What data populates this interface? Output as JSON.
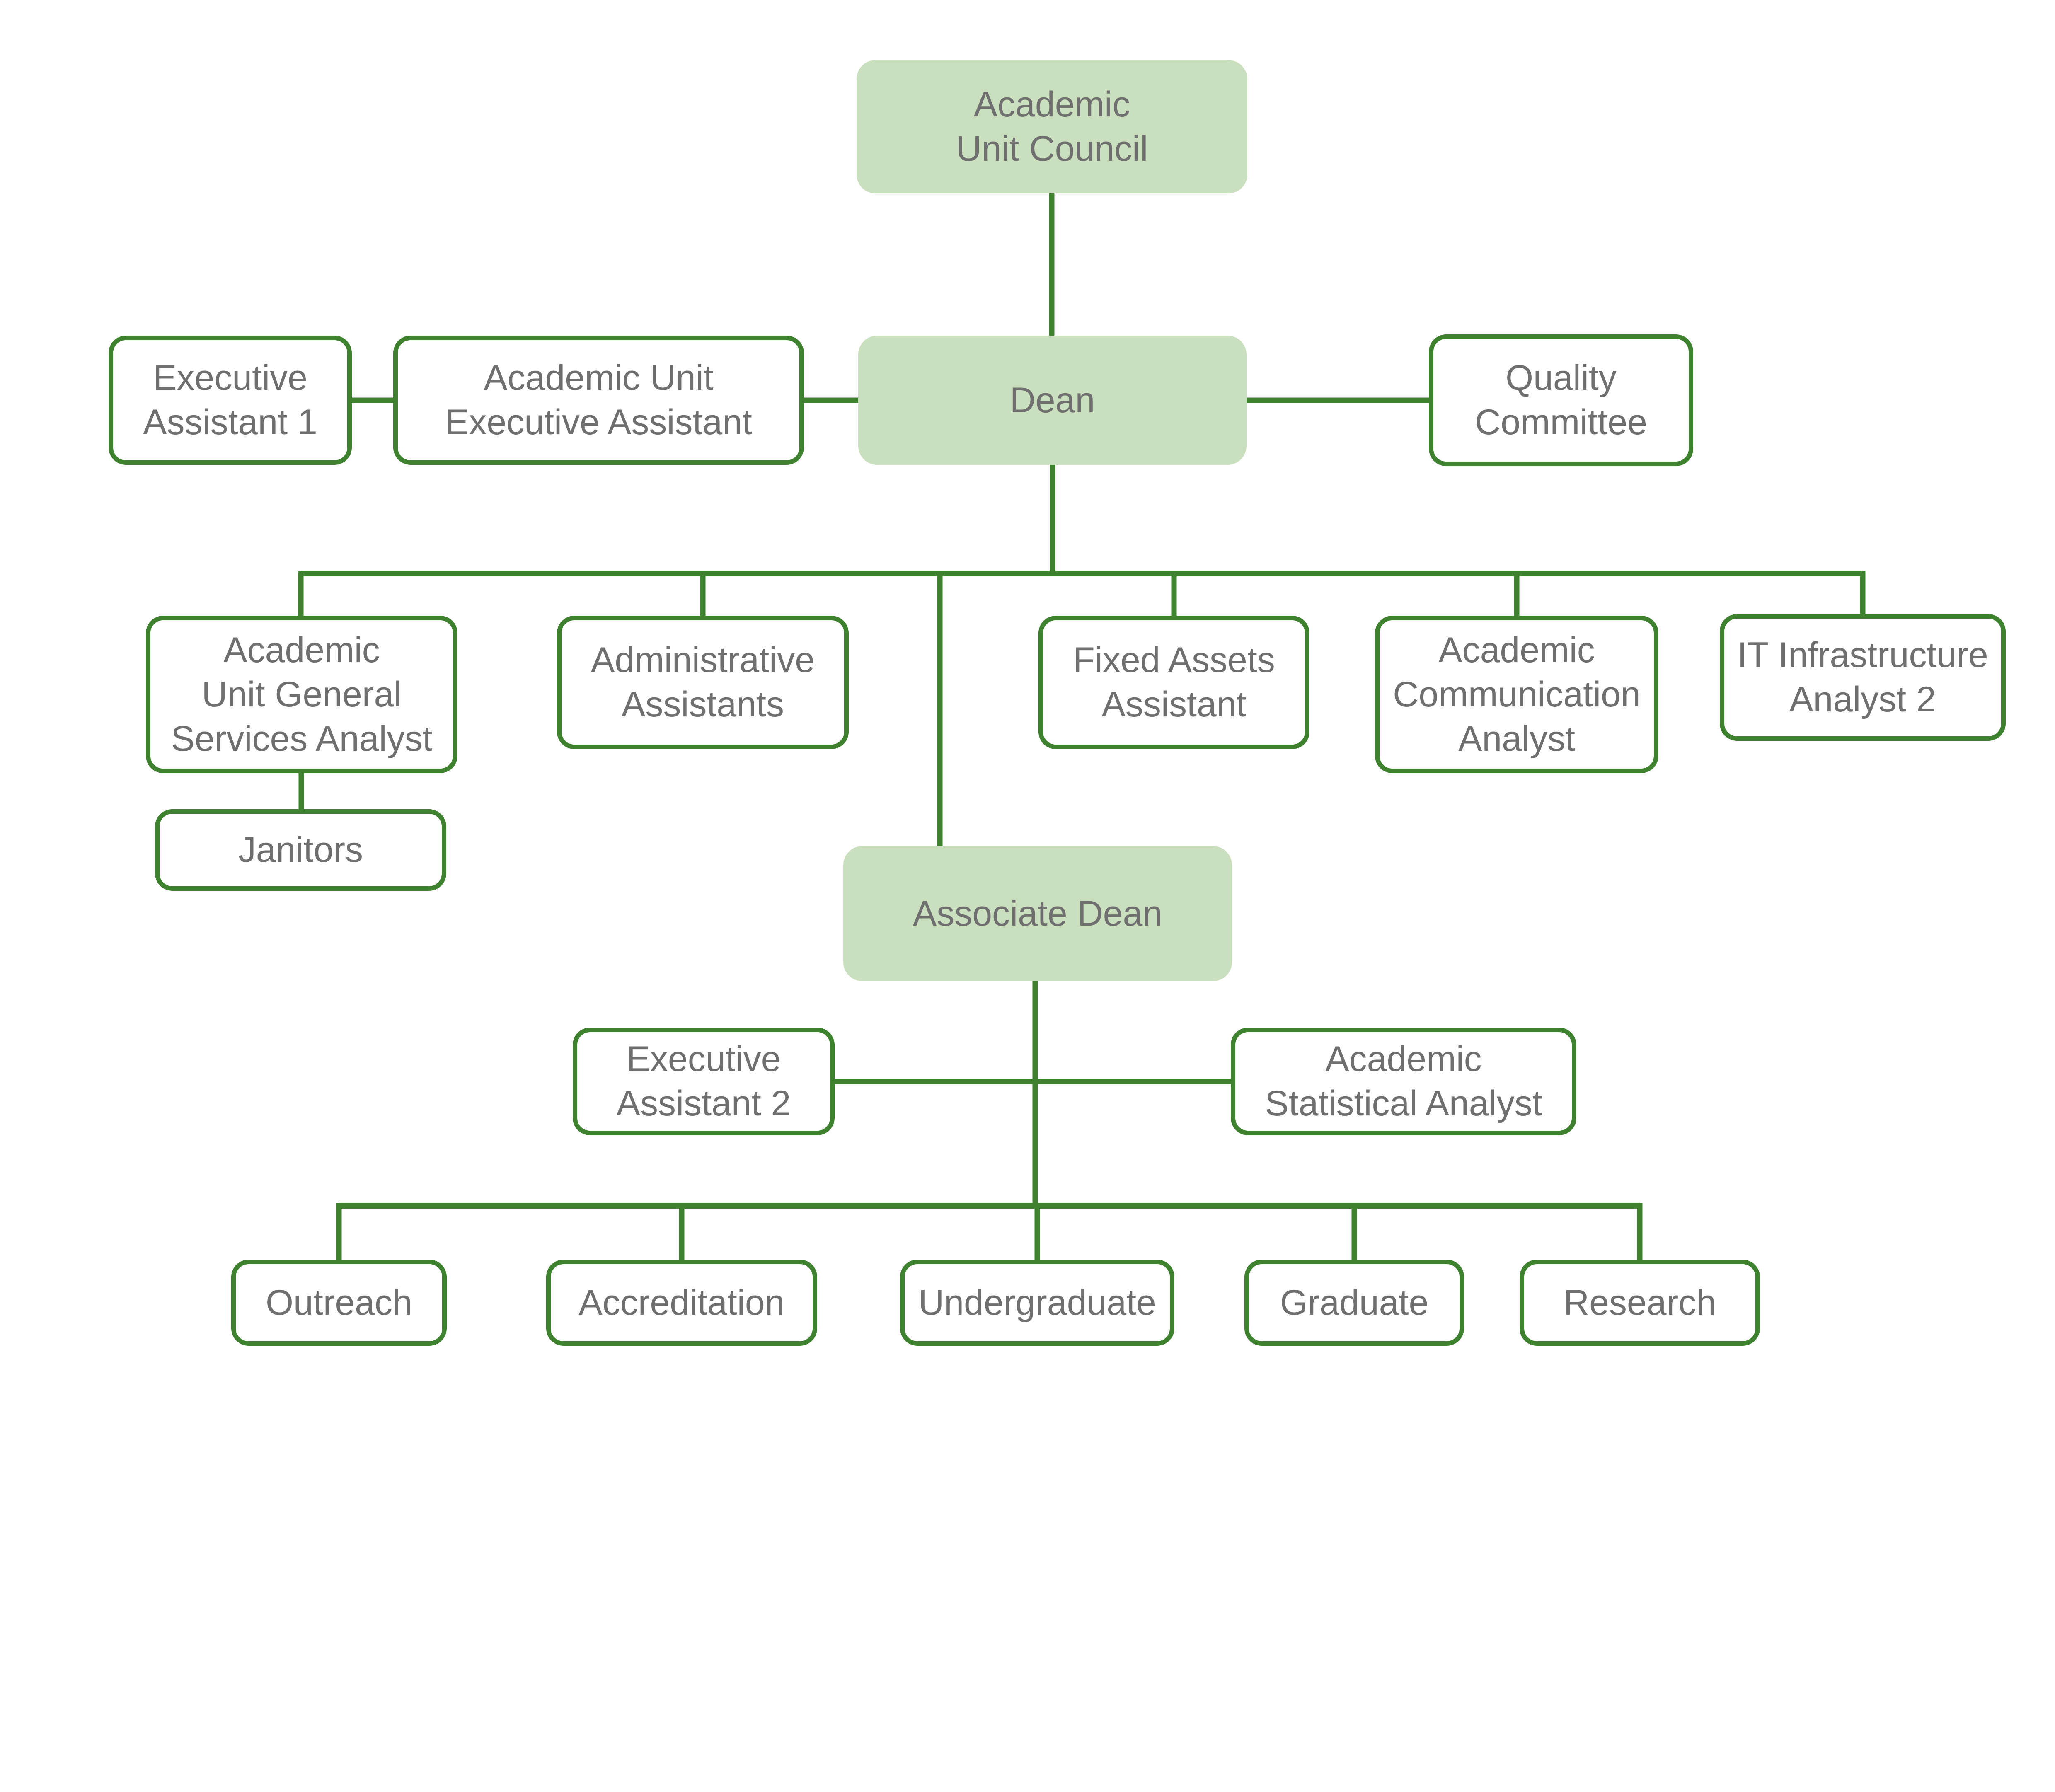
{
  "diagram_type": "organizational-chart",
  "colors": {
    "node_primary_fill": "#c9dfbe",
    "node_secondary_fill": "#ffffff",
    "line_and_border_green": "#3e812f",
    "text_gray": "#6f6f6f",
    "background": "#ffffff"
  },
  "nodes": {
    "academic_unit_council": {
      "label": "Academic\nUnit Council",
      "type": "primary"
    },
    "executive_assistant_1": {
      "label": "Executive\nAssistant 1",
      "type": "secondary"
    },
    "academic_unit_executive_assistant": {
      "label": "Academic Unit\nExecutive Assistant",
      "type": "secondary"
    },
    "dean": {
      "label": "Dean",
      "type": "primary"
    },
    "quality_committee": {
      "label": "Quality\nCommittee",
      "type": "secondary"
    },
    "academic_unit_general_services_analyst": {
      "label": "Academic\nUnit General\nServices Analyst",
      "type": "secondary"
    },
    "administrative_assistants": {
      "label": "Administrative\nAssistants",
      "type": "secondary"
    },
    "fixed_assets_assistant": {
      "label": "Fixed Assets\nAssistant",
      "type": "secondary"
    },
    "academic_communication_analyst": {
      "label": "Academic\nCommunication\nAnalyst",
      "type": "secondary"
    },
    "it_infrastructure_analyst_2": {
      "label": "IT Infrastructure\nAnalyst 2",
      "type": "secondary"
    },
    "janitors": {
      "label": "Janitors",
      "type": "secondary"
    },
    "associate_dean": {
      "label": "Associate Dean",
      "type": "primary"
    },
    "executive_assistant_2": {
      "label": "Executive\nAssistant 2",
      "type": "secondary"
    },
    "academic_statistical_analyst": {
      "label": "Academic\nStatistical Analyst",
      "type": "secondary"
    },
    "outreach": {
      "label": "Outreach",
      "type": "secondary"
    },
    "accreditation": {
      "label": "Accreditation",
      "type": "secondary"
    },
    "undergraduate": {
      "label": "Undergraduate",
      "type": "secondary"
    },
    "graduate": {
      "label": "Graduate",
      "type": "secondary"
    },
    "research": {
      "label": "Research",
      "type": "secondary"
    }
  },
  "edges": [
    {
      "from": "academic_unit_council",
      "to": "dean",
      "style": "vertical"
    },
    {
      "from": "executive_assistant_1",
      "to": "academic_unit_executive_assistant",
      "style": "side"
    },
    {
      "from": "academic_unit_executive_assistant",
      "to": "dean",
      "style": "side"
    },
    {
      "from": "dean",
      "to": "quality_committee",
      "style": "side"
    },
    {
      "from": "dean",
      "to": "academic_unit_general_services_analyst",
      "style": "vertical"
    },
    {
      "from": "dean",
      "to": "administrative_assistants",
      "style": "vertical"
    },
    {
      "from": "dean",
      "to": "associate_dean",
      "style": "vertical"
    },
    {
      "from": "dean",
      "to": "fixed_assets_assistant",
      "style": "vertical"
    },
    {
      "from": "dean",
      "to": "academic_communication_analyst",
      "style": "vertical"
    },
    {
      "from": "dean",
      "to": "it_infrastructure_analyst_2",
      "style": "vertical"
    },
    {
      "from": "academic_unit_general_services_analyst",
      "to": "janitors",
      "style": "vertical"
    },
    {
      "from": "associate_dean",
      "to": "executive_assistant_2",
      "style": "side"
    },
    {
      "from": "associate_dean",
      "to": "academic_statistical_analyst",
      "style": "side"
    },
    {
      "from": "associate_dean",
      "to": "outreach",
      "style": "vertical"
    },
    {
      "from": "associate_dean",
      "to": "accreditation",
      "style": "vertical"
    },
    {
      "from": "associate_dean",
      "to": "undergraduate",
      "style": "vertical"
    },
    {
      "from": "associate_dean",
      "to": "graduate",
      "style": "vertical"
    },
    {
      "from": "associate_dean",
      "to": "research",
      "style": "vertical"
    }
  ]
}
